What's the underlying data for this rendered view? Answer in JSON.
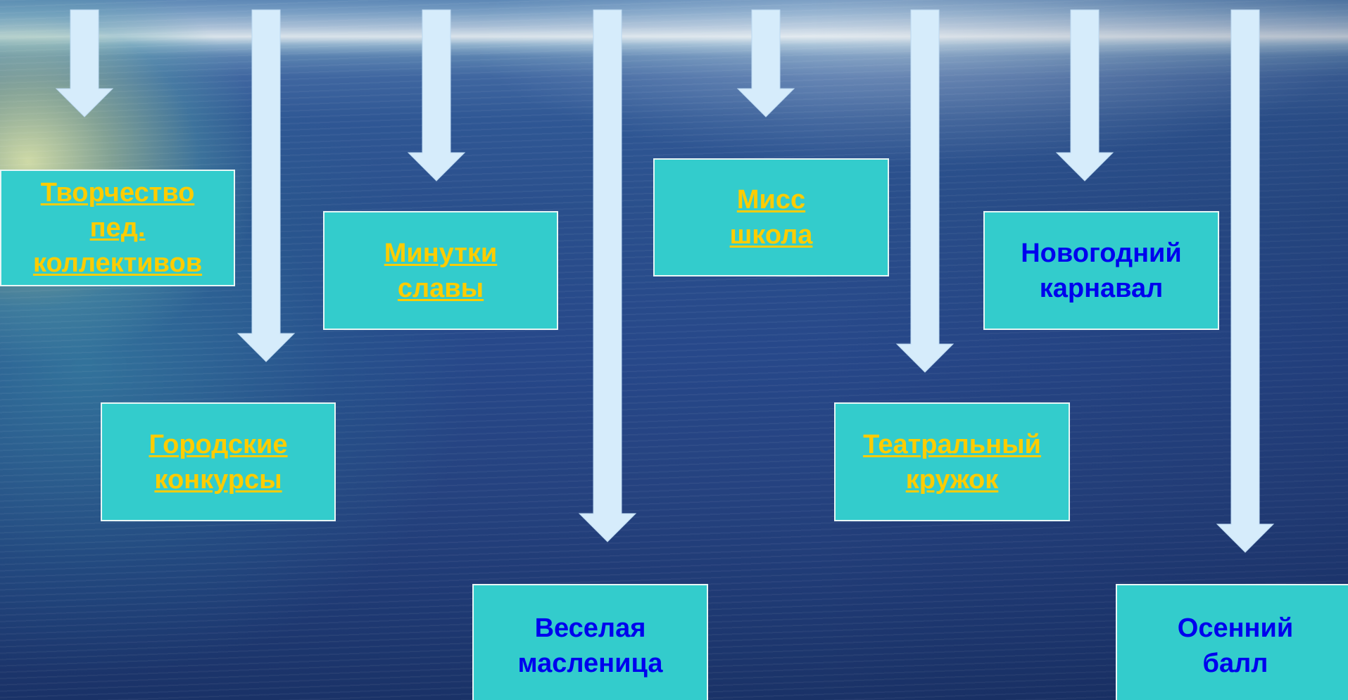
{
  "diagram": {
    "background": "sea-horizon",
    "colors": {
      "box_fill": "#33cccc",
      "box_border": "#e8f6f6",
      "link_text": "#ffcc00",
      "plain_text": "#0000ee",
      "arrow_fill": "#d6ecfb"
    },
    "boxes": [
      {
        "id": "tvorchestvo",
        "label": "Творчество\nпед.\n коллективов",
        "style": "link"
      },
      {
        "id": "gorodskie",
        "label": "Городские\n конкурсы",
        "style": "link"
      },
      {
        "id": "minutki",
        "label": "Минутки\nславы",
        "style": "link"
      },
      {
        "id": "veselaya",
        "label": "Веселая\nмасленица",
        "style": "plain"
      },
      {
        "id": "miss",
        "label": "Мисс\n школа",
        "style": "link"
      },
      {
        "id": "teatralny",
        "label": "Театральный\n кружок",
        "style": "link"
      },
      {
        "id": "novogodny",
        "label": "Новогодний\nкарнавал",
        "style": "plain"
      },
      {
        "id": "osenny",
        "label": "Осенний\nбалл",
        "style": "plain"
      }
    ],
    "arrows": [
      {
        "id": "arrow-1",
        "target": "tvorchestvo"
      },
      {
        "id": "arrow-2",
        "target": "gorodskie"
      },
      {
        "id": "arrow-3",
        "target": "minutki"
      },
      {
        "id": "arrow-4",
        "target": "veselaya"
      },
      {
        "id": "arrow-5",
        "target": "miss"
      },
      {
        "id": "arrow-6",
        "target": "teatralny"
      },
      {
        "id": "arrow-7",
        "target": "novogodny"
      },
      {
        "id": "arrow-8",
        "target": "osenny"
      }
    ]
  }
}
